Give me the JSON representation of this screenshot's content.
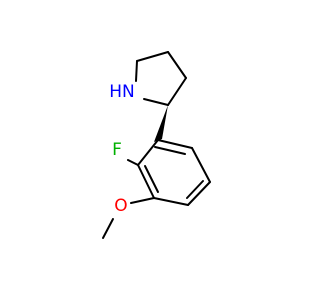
{
  "molecule": {
    "atoms": {
      "nh_label": "HN",
      "f_label": "F",
      "o_label": "O"
    },
    "colors": {
      "bond": "#000000",
      "nitrogen": "#0000ff",
      "fluorine": "#00b000",
      "oxygen": "#ff0000"
    }
  }
}
